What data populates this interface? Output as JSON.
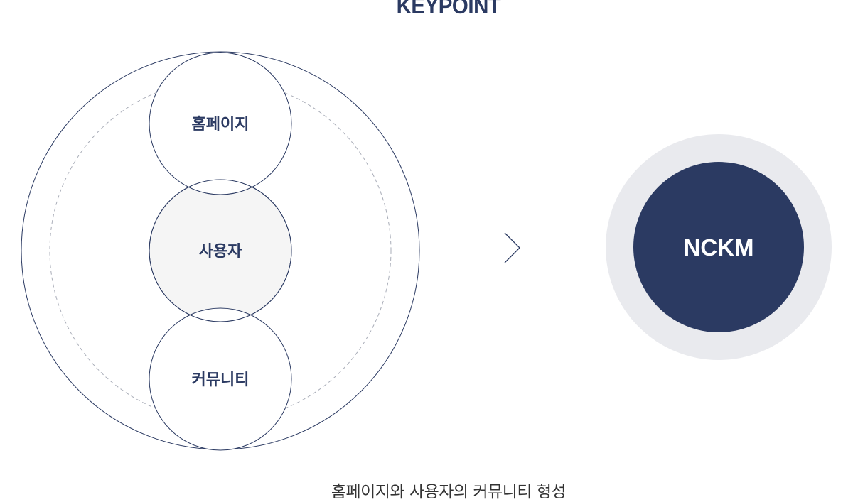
{
  "title": "KEYPOINT",
  "circles": [
    {
      "label": "홈페이지"
    },
    {
      "label": "사용자"
    },
    {
      "label": "커뮤니티"
    }
  ],
  "result": {
    "label": "NCKM"
  },
  "caption": "홈페이지와 사용자의 커뮤니티 형성",
  "colors": {
    "navy": "#2b3a62",
    "ring_gray": "#e9eaee",
    "center_fill": "#f5f5f5",
    "dashed": "#a9adb8"
  },
  "icons": {
    "arrow": "chevron-right-icon"
  }
}
